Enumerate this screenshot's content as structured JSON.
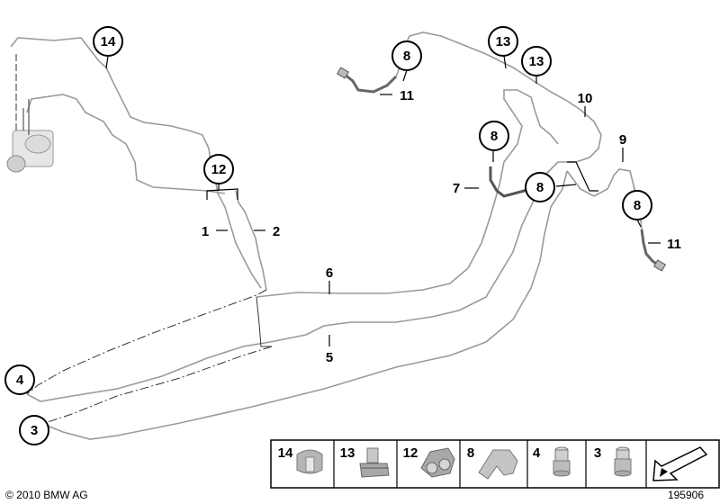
{
  "callouts": {
    "c14": "14",
    "c12": "12",
    "c1": "1",
    "c2": "2",
    "c6": "6",
    "c5": "5",
    "c4": "4",
    "c3": "3",
    "c8a": "8",
    "c11a": "11",
    "c13a": "13",
    "c13b": "13",
    "c10": "10",
    "c8b": "8",
    "c7": "7",
    "c8c": "8",
    "c9": "9",
    "c8d": "8",
    "c11b": "11"
  },
  "legend": [
    {
      "number": "14",
      "icon": "clip-icon"
    },
    {
      "number": "13",
      "icon": "pipe-holder-icon"
    },
    {
      "number": "12",
      "icon": "double-clip-icon"
    },
    {
      "number": "8",
      "icon": "bracket-icon"
    },
    {
      "number": "4",
      "icon": "screw-fitting-icon"
    },
    {
      "number": "3",
      "icon": "screw-fitting-icon"
    }
  ],
  "footer": {
    "copyright": "© 2010 BMW AG",
    "diagram_id": "195906"
  }
}
